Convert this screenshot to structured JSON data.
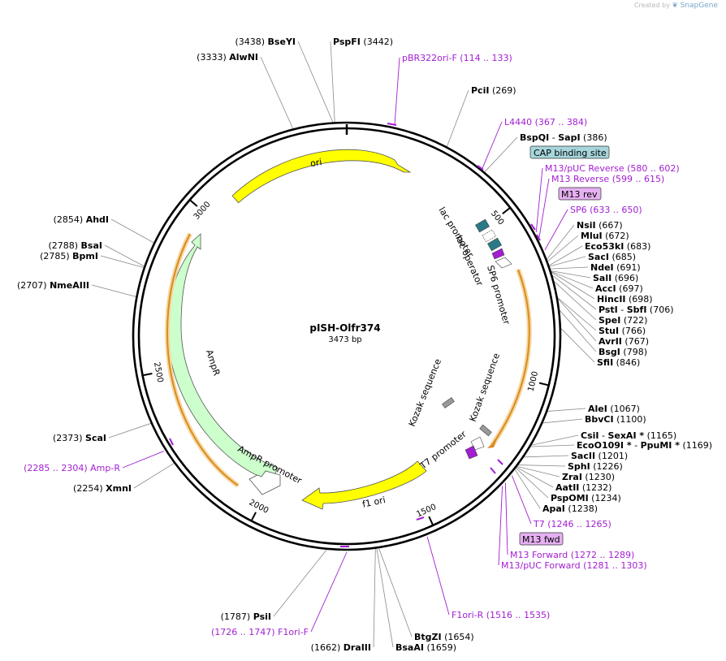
{
  "header": {
    "created_by": "Created by",
    "brand": "SnapGene"
  },
  "plasmid": {
    "name": "pISH-Olfr374",
    "size_label": "3473 bp",
    "length": 3473
  },
  "colors": {
    "primer": "#a21ed2",
    "ori": "#ffff00",
    "ampr": "#ccffcc",
    "orf": "#e8a33b",
    "cap": "#a6d6dc",
    "mbox": "#e6b0f2"
  },
  "ticks": [
    {
      "pos": 500,
      "label": "500"
    },
    {
      "pos": 1000,
      "label": "1000"
    },
    {
      "pos": 1500,
      "label": "1500"
    },
    {
      "pos": 2000,
      "label": "2000"
    },
    {
      "pos": 2500,
      "label": "2500"
    },
    {
      "pos": 3000,
      "label": "3000"
    }
  ],
  "enzymes": [
    {
      "name": "BseYI",
      "pos": "(3438)",
      "site": 3438,
      "side": "left"
    },
    {
      "name": "PspFI",
      "pos": "(3442)",
      "site": 3442,
      "side": "right"
    },
    {
      "name": "AlwNI",
      "pos": "(3333)",
      "site": 3333,
      "side": "left"
    },
    {
      "name": "PciI",
      "pos": "(269)",
      "site": 269,
      "side": "right"
    },
    {
      "name": "BspQI",
      "name2": "SapI",
      "pos": "(386)",
      "site": 386,
      "side": "right"
    },
    {
      "name": "NsiI",
      "pos": "(667)",
      "site": 667,
      "side": "right"
    },
    {
      "name": "MluI",
      "pos": "(672)",
      "site": 672,
      "side": "right"
    },
    {
      "name": "Eco53kI",
      "pos": "(683)",
      "site": 683,
      "side": "right"
    },
    {
      "name": "SacI",
      "pos": "(685)",
      "site": 685,
      "side": "right"
    },
    {
      "name": "NdeI",
      "pos": "(691)",
      "site": 691,
      "side": "right"
    },
    {
      "name": "SalI",
      "pos": "(696)",
      "site": 696,
      "side": "right"
    },
    {
      "name": "AccI",
      "pos": "(697)",
      "site": 697,
      "side": "right"
    },
    {
      "name": "HincII",
      "pos": "(698)",
      "site": 698,
      "side": "right"
    },
    {
      "name": "PstI",
      "name2": "SbfI",
      "pos": "(706)",
      "site": 706,
      "side": "right"
    },
    {
      "name": "SpeI",
      "pos": "(722)",
      "site": 722,
      "side": "right"
    },
    {
      "name": "StuI",
      "pos": "(766)",
      "site": 766,
      "side": "right"
    },
    {
      "name": "AvrII",
      "pos": "(767)",
      "site": 767,
      "side": "right"
    },
    {
      "name": "BsgI",
      "pos": "(798)",
      "site": 798,
      "side": "right"
    },
    {
      "name": "SfiI",
      "pos": "(846)",
      "site": 846,
      "side": "right"
    },
    {
      "name": "AleI",
      "pos": "(1067)",
      "site": 1067,
      "side": "right"
    },
    {
      "name": "BbvCI",
      "pos": "(1100)",
      "site": 1100,
      "side": "right"
    },
    {
      "name": "CsiI",
      "name2": "SexAI *",
      "pos": "(1165)",
      "site": 1165,
      "side": "right"
    },
    {
      "name": "EcoO109I *",
      "name2": "PpuMI *",
      "pos": "(1169)",
      "site": 1169,
      "side": "right"
    },
    {
      "name": "SacII",
      "pos": "(1201)",
      "site": 1201,
      "side": "right"
    },
    {
      "name": "SphI",
      "pos": "(1226)",
      "site": 1226,
      "side": "right"
    },
    {
      "name": "ZraI",
      "pos": "(1230)",
      "site": 1230,
      "side": "right"
    },
    {
      "name": "AatII",
      "pos": "(1232)",
      "site": 1232,
      "side": "right"
    },
    {
      "name": "PspOMI",
      "pos": "(1234)",
      "site": 1234,
      "side": "right"
    },
    {
      "name": "ApaI",
      "pos": "(1238)",
      "site": 1238,
      "side": "right"
    },
    {
      "name": "BtgZI",
      "pos": "(1654)",
      "site": 1654,
      "side": "right"
    },
    {
      "name": "BsaAI",
      "pos": "(1659)",
      "site": 1659,
      "side": "right"
    },
    {
      "name": "DraIII",
      "pos": "(1662)",
      "site": 1662,
      "side": "left"
    },
    {
      "name": "PsiI",
      "pos": "(1787)",
      "site": 1787,
      "side": "left"
    },
    {
      "name": "XmnI",
      "pos": "(2254)",
      "site": 2254,
      "side": "left"
    },
    {
      "name": "ScaI",
      "pos": "(2373)",
      "site": 2373,
      "side": "left"
    },
    {
      "name": "NmeAIII",
      "pos": "(2707)",
      "site": 2707,
      "side": "left"
    },
    {
      "name": "BpmI",
      "pos": "(2785)",
      "site": 2785,
      "side": "left"
    },
    {
      "name": "BsaI",
      "pos": "(2788)",
      "site": 2788,
      "side": "left"
    },
    {
      "name": "AhdI",
      "pos": "(2854)",
      "site": 2854,
      "side": "left"
    }
  ],
  "primers": [
    {
      "name": "pBR322ori-F",
      "range": "(114 .. 133)",
      "start": 114,
      "end": 133,
      "side": "right"
    },
    {
      "name": "L4440",
      "range": "(367 .. 384)",
      "start": 367,
      "end": 384,
      "side": "right"
    },
    {
      "name": "M13/pUC Reverse",
      "range": "(580 .. 602)",
      "start": 580,
      "end": 602,
      "side": "right"
    },
    {
      "name": "M13 Reverse",
      "range": "(599 .. 615)",
      "start": 599,
      "end": 615,
      "side": "right"
    },
    {
      "name": "SP6",
      "range": "(633 .. 650)",
      "start": 633,
      "end": 650,
      "side": "right"
    },
    {
      "name": "T7",
      "range": "(1246 .. 1265)",
      "start": 1246,
      "end": 1265,
      "side": "right"
    },
    {
      "name": "M13 Forward",
      "range": "(1272 .. 1289)",
      "start": 1272,
      "end": 1289,
      "side": "right"
    },
    {
      "name": "M13/pUC Forward",
      "range": "(1281 .. 1303)",
      "start": 1281,
      "end": 1303,
      "side": "right"
    },
    {
      "name": "F1ori-R",
      "range": "(1516 .. 1535)",
      "start": 1516,
      "end": 1535,
      "side": "right"
    },
    {
      "name": "F1ori-F",
      "range": "(1726 .. 1747)",
      "start": 1726,
      "end": 1747,
      "side": "left"
    },
    {
      "name": "Amp-R",
      "range": "(2285 .. 2304)",
      "start": 2285,
      "end": 2304,
      "side": "left"
    }
  ],
  "boxed_labels": [
    {
      "text": "CAP binding site",
      "kind": "cap"
    },
    {
      "text": "M13 rev",
      "kind": "mbox"
    },
    {
      "text": "M13 fwd",
      "kind": "mbox"
    }
  ],
  "features": [
    {
      "name": "ori",
      "label": "ori",
      "type": "origin"
    },
    {
      "name": "AmpR",
      "label": "AmpR",
      "type": "gene"
    },
    {
      "name": "AmpR promoter",
      "label": "AmpR promoter",
      "type": "promoter"
    },
    {
      "name": "f1 ori",
      "label": "f1 ori",
      "type": "origin"
    },
    {
      "name": "lac promoter",
      "label": "lac promoter",
      "type": "promoter"
    },
    {
      "name": "lac operator",
      "label": "lac operator",
      "type": "operator"
    },
    {
      "name": "SP6 promoter",
      "label": "SP6 promoter",
      "type": "promoter"
    },
    {
      "name": "Kozak sequence",
      "label": "Kozak sequence",
      "type": "misc"
    },
    {
      "name": "Kozak sequence 2",
      "label": "Kozak sequence",
      "type": "misc"
    },
    {
      "name": "T7 promoter",
      "label": "T7 promoter",
      "type": "promoter"
    }
  ]
}
